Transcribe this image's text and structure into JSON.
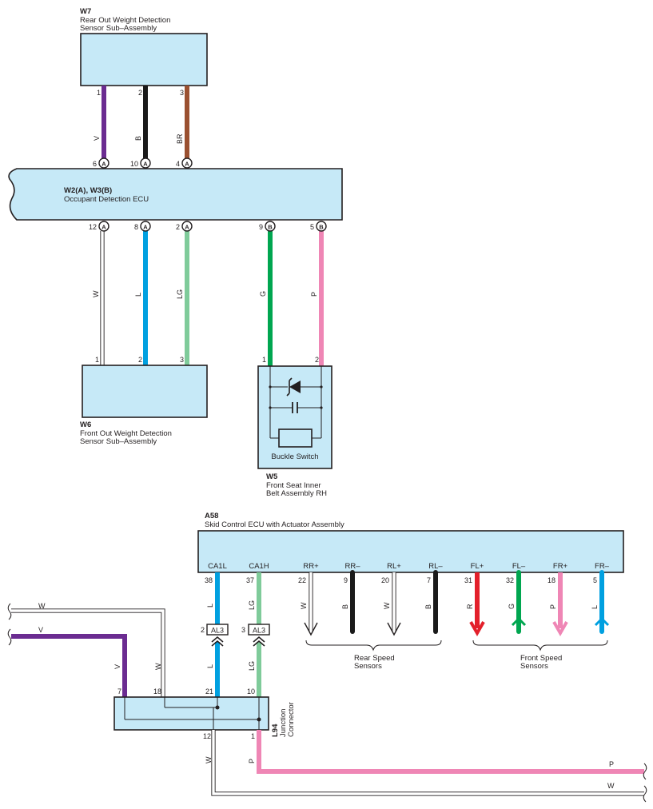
{
  "colors": {
    "V": "#6b2c91",
    "B": "#1a1a1a",
    "BR": "#9a5030",
    "W": "#ffffff",
    "L": "#00a0e0",
    "LG": "#7fcb9a",
    "G": "#00a650",
    "P": "#ef86b5",
    "R": "#e3202b",
    "fill": "#c6e9f7"
  },
  "w7": {
    "id": "W7",
    "name_line1": "Rear Out Weight Detection",
    "name_line2": "Sensor Sub–Assembly",
    "pins": [
      "1",
      "2",
      "3"
    ],
    "wires": [
      "V",
      "B",
      "BR"
    ]
  },
  "ecu": {
    "id": "W2(A), W3(B)",
    "name": "Occupant Detection ECU",
    "top_pins": [
      "6",
      "10",
      "4"
    ],
    "top_conn": [
      "A",
      "A",
      "A"
    ],
    "bottom_pins": [
      "12",
      "8",
      "2",
      "9",
      "5"
    ],
    "bottom_conn": [
      "A",
      "A",
      "A",
      "B",
      "B"
    ]
  },
  "w6": {
    "id": "W6",
    "name_line1": "Front Out Weight Detection",
    "name_line2": "Sensor Sub–Assembly",
    "pins": [
      "1",
      "2",
      "3"
    ],
    "wires": [
      "W",
      "L",
      "LG"
    ]
  },
  "w5": {
    "id": "W5",
    "name_line1": "Front Seat Inner",
    "name_line2": "Belt Assembly RH",
    "pins": [
      "1",
      "2"
    ],
    "wires": [
      "G",
      "P"
    ],
    "switch_label": "Buckle Switch"
  },
  "a58": {
    "id": "A58",
    "name": "Skid Control ECU with Actuator Assembly",
    "terminals": [
      "CA1L",
      "CA1H",
      "RR+",
      "RR–",
      "RL+",
      "RL–",
      "FL+",
      "FL–",
      "FR+",
      "FR–"
    ],
    "pins": [
      "38",
      "37",
      "22",
      "9",
      "20",
      "7",
      "31",
      "32",
      "18",
      "5"
    ],
    "wires": [
      "L",
      "LG",
      "W",
      "B",
      "W",
      "B",
      "R",
      "G",
      "P",
      "L"
    ]
  },
  "al3": {
    "label": "AL3",
    "pin_left": "2",
    "pin_right": "3",
    "wire_left": "L",
    "wire_right": "LG"
  },
  "rear_sensors": {
    "line1": "Rear Speed",
    "line2": "Sensors"
  },
  "front_sensors": {
    "line1": "Front Speed",
    "line2": "Sensors"
  },
  "l94": {
    "id": "L94",
    "name_line1": "Junction",
    "name_line2": "Connector",
    "pins_top": [
      "7",
      "18",
      "21",
      "10"
    ],
    "pins_bottom": [
      "12",
      "1"
    ]
  },
  "left_wires": {
    "top": "W",
    "bottom": "V",
    "vertical_v": "V",
    "vertical_w": "W"
  },
  "bottom_wires": {
    "w": "W",
    "p": "P",
    "right_p": "P",
    "right_w": "W"
  }
}
